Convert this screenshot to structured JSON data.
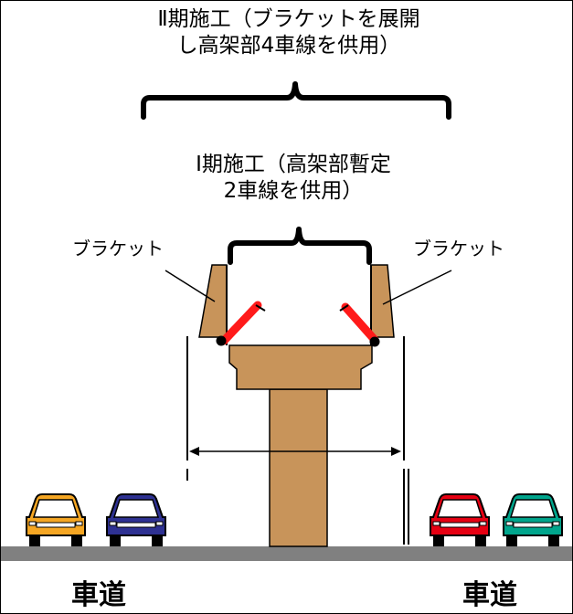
{
  "phase2": {
    "line1": "Ⅱ期施工（ブラケットを展開",
    "line2": "し高架部4車線を供用）"
  },
  "phase1": {
    "line1": "Ⅰ期施工（高架部暫定",
    "line2": "2車線を供用）"
  },
  "bracket_labels": {
    "left": "ブラケット",
    "right": "ブラケット"
  },
  "road_labels": {
    "left": "車道",
    "right": "車道"
  },
  "colors": {
    "structure": "#C8945A",
    "road": "#808080",
    "bracket_strut": "#FF1A1A",
    "car_left_1": "#F5A623",
    "car_left_2": "#2E3192",
    "car_right_1": "#E60012",
    "car_right_2": "#00A58C"
  },
  "icons": {
    "car": "car-icon"
  }
}
